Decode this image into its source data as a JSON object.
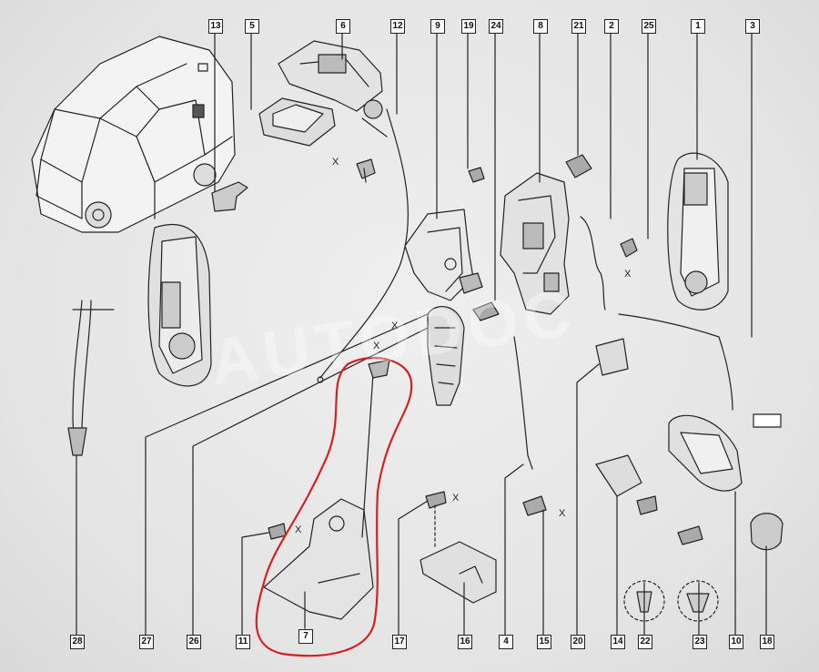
{
  "diagram": {
    "top_callouts": [
      {
        "id": "c13",
        "label": "13"
      },
      {
        "id": "c5",
        "label": "5"
      },
      {
        "id": "c6",
        "label": "6"
      },
      {
        "id": "c12",
        "label": "12"
      },
      {
        "id": "c9",
        "label": "9"
      },
      {
        "id": "c19",
        "label": "19"
      },
      {
        "id": "c24",
        "label": "24"
      },
      {
        "id": "c8",
        "label": "8"
      },
      {
        "id": "c21",
        "label": "21"
      },
      {
        "id": "c2",
        "label": "2"
      },
      {
        "id": "c25",
        "label": "25"
      },
      {
        "id": "c1",
        "label": "1"
      },
      {
        "id": "c3",
        "label": "3"
      }
    ],
    "bottom_callouts": [
      {
        "id": "c28",
        "label": "28"
      },
      {
        "id": "c27",
        "label": "27"
      },
      {
        "id": "c26",
        "label": "26"
      },
      {
        "id": "c11",
        "label": "11"
      },
      {
        "id": "c7",
        "label": "7"
      },
      {
        "id": "c17",
        "label": "17"
      },
      {
        "id": "c16",
        "label": "16"
      },
      {
        "id": "c4",
        "label": "4"
      },
      {
        "id": "c15",
        "label": "15"
      },
      {
        "id": "c20",
        "label": "20"
      },
      {
        "id": "c14",
        "label": "14"
      },
      {
        "id": "c22",
        "label": "22"
      },
      {
        "id": "c23",
        "label": "23"
      },
      {
        "id": "c10",
        "label": "10"
      },
      {
        "id": "c18",
        "label": "18"
      }
    ],
    "x_marks": [
      "X",
      "X",
      "X",
      "X",
      "X",
      "X",
      "X"
    ],
    "highlight_color": "#d42020"
  }
}
